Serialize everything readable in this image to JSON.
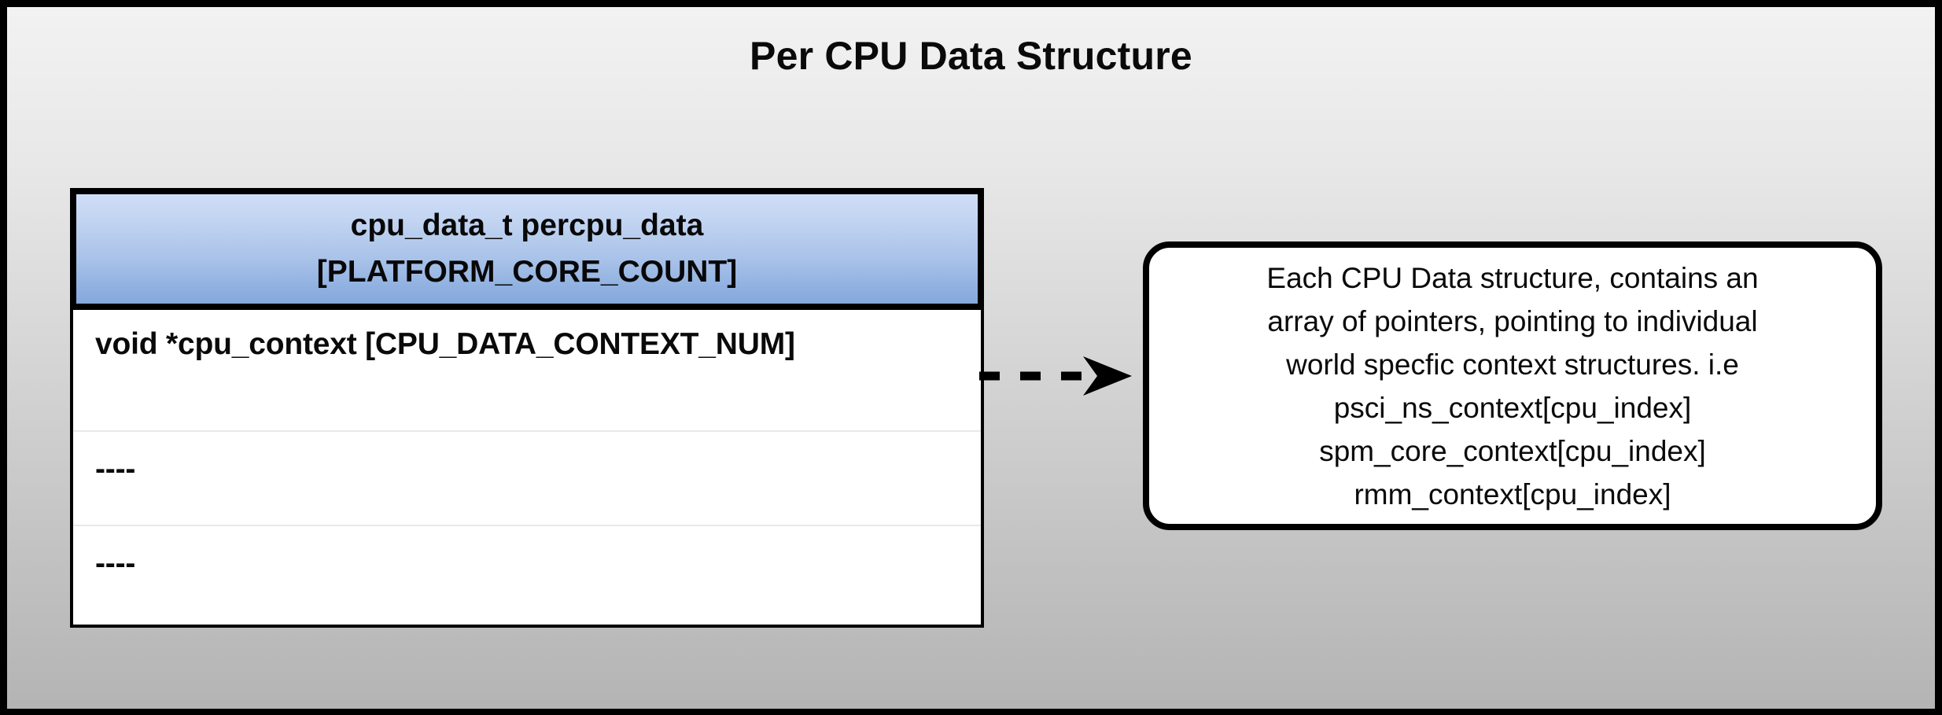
{
  "diagram": {
    "title": "Per CPU Data Structure",
    "background": {
      "gradient_top": "#f2f2f2",
      "gradient_bottom": "#b4b4b4",
      "frame_color": "#000000"
    },
    "struct_table": {
      "header": "cpu_data_t percpu_data\n[PLATFORM_CORE_COUNT]",
      "header_gradient_top": "#cfdef7",
      "header_gradient_bottom": "#86a8dc",
      "rows": [
        {
          "label": "void *cpu_context [CPU_DATA_CONTEXT_NUM]"
        },
        {
          "label": "----"
        },
        {
          "label": "----"
        }
      ]
    },
    "connector": {
      "style": "dashed-arrow",
      "direction": "right",
      "color": "#000000"
    },
    "callout": {
      "text": "Each CPU Data structure, contains an\narray of pointers, pointing to individual\nworld specfic context structures. i.e\npsci_ns_context[cpu_index]\nspm_core_context[cpu_index]\nrmm_context[cpu_index]",
      "border_color": "#000000",
      "fill_color": "#ffffff"
    }
  }
}
